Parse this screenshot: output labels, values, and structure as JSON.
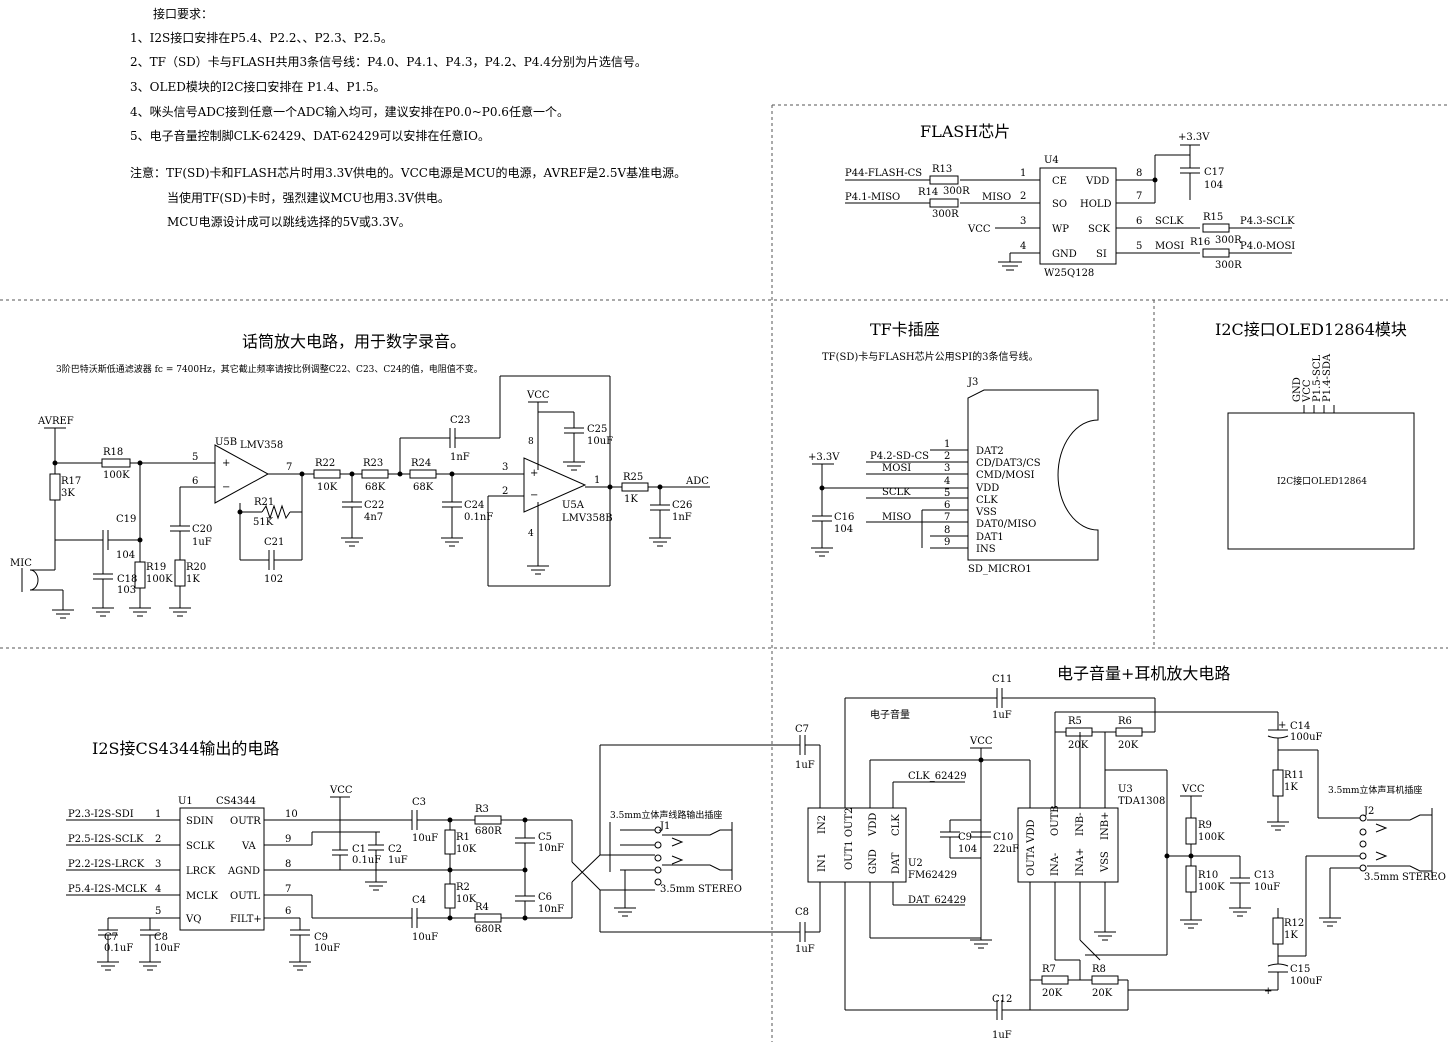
{
  "notes": {
    "heading": "接口要求：",
    "items": [
      "1、I2S接口安排在P5.4、P2.2、、P2.3、P2.5。",
      "2、TF（SD）卡与FLASH共用3条信号线：P4.0、P4.1、P4.3，P4.2、P4.4分别为片选信号。",
      "3、OLED模块的I2C接口安排在 P1.4、P1.5。",
      "4、咪头信号ADC接到任意一个ADC输入均可，建议安排在P0.0~P0.6任意一个。",
      "5、电子音量控制脚CLK-62429、DAT-62429可以安排在任意IO。"
    ],
    "remarks": [
      "注意：TF(SD)卡和FLASH芯片时用3.3V供电的。VCC电源是MCU的电源，AVREF是2.5V基准电源。",
      "当使用TF(SD)卡时，强烈建议MCU也用3.3V供电。",
      "MCU电源设计成可以跳线选择的5V或3.3V。"
    ]
  },
  "flash": {
    "title": "FLASH芯片",
    "ref": "U4",
    "part": "W25Q128",
    "pins_left": [
      "CE",
      "SO",
      "WP",
      "GND"
    ],
    "pins_right": [
      "VDD",
      "HOLD",
      "SCK",
      "SI"
    ],
    "pin_nums_left": [
      "1",
      "2",
      "3",
      "4"
    ],
    "pin_nums_right": [
      "8",
      "7",
      "6",
      "5"
    ],
    "nets": [
      "P44-FLASH-CS",
      "P4.1-MISO",
      "MISO",
      "VCC",
      "SCLK",
      "MOSI",
      "P4.3-SCLK",
      "P4.0-MOSI",
      "+3.3V"
    ],
    "resistors": [
      {
        "ref": "R13",
        "val": "300R"
      },
      {
        "ref": "R14",
        "val": "300R"
      },
      {
        "ref": "R15",
        "val": "300R"
      },
      {
        "ref": "R16",
        "val": "300R"
      }
    ],
    "cap": {
      "ref": "C17",
      "val": "104"
    }
  },
  "mic": {
    "title": "话筒放大电路，用于数字录音。",
    "subtitle": "3阶巴特沃斯低通滤波器 fc = 7400Hz，其它截止频率请按比例调整C22、C23、C24的值，电阻值不变。",
    "nets": [
      "AVREF",
      "MIC",
      "VCC",
      "ADC"
    ],
    "op1": {
      "ref": "U5B",
      "part": "LMV358"
    },
    "op2": {
      "ref": "U5A",
      "part": "LMV358B"
    },
    "parts": [
      {
        "ref": "R17",
        "val": "3K"
      },
      {
        "ref": "R18",
        "val": "100K"
      },
      {
        "ref": "C19",
        "val": "104"
      },
      {
        "ref": "C18",
        "val": "103"
      },
      {
        "ref": "R19",
        "val": "100K"
      },
      {
        "ref": "C20",
        "val": "1uF"
      },
      {
        "ref": "R20",
        "val": "1K"
      },
      {
        "ref": "R21",
        "val": "51K"
      },
      {
        "ref": "C21",
        "val": "102"
      },
      {
        "ref": "R22",
        "val": "10K"
      },
      {
        "ref": "R23",
        "val": "68K"
      },
      {
        "ref": "C22",
        "val": "4n7"
      },
      {
        "ref": "R24",
        "val": "68K"
      },
      {
        "ref": "C23",
        "val": "1nF"
      },
      {
        "ref": "C24",
        "val": "0.1nF"
      },
      {
        "ref": "C25",
        "val": "10uF"
      },
      {
        "ref": "R25",
        "val": "1K"
      },
      {
        "ref": "C26",
        "val": "1nF"
      }
    ],
    "pin_labels": [
      "5",
      "6",
      "7",
      "3",
      "2",
      "1",
      "8",
      "4"
    ]
  },
  "tf": {
    "title": "TF卡插座",
    "subtitle": "TF(SD)卡与FLASH芯片公用SPI的3条信号线。",
    "ref": "J3",
    "part": "SD_MICRO1",
    "pins": [
      "DAT2",
      "CD/DAT3/CS",
      "CMD/MOSI",
      "VDD",
      "CLK",
      "VSS",
      "DAT0/MISO",
      "DAT1",
      "INS"
    ],
    "nets": [
      "+3.3V",
      "P4.2-SD-CS",
      "MOSI",
      "SCLK",
      "MISO"
    ],
    "cap": {
      "ref": "C16",
      "val": "104"
    }
  },
  "oled": {
    "title": "I2C接口OLED12864模块",
    "box_label": "I2C接口OLED12864",
    "pins": [
      "GND",
      "VCC",
      "P1.5-SCL",
      "P1.4-SDA"
    ]
  },
  "i2s": {
    "title": "I2S接CS4344输出的电路",
    "ref": "U1",
    "part": "CS4344",
    "pins_left": [
      "SDIN",
      "SCLK",
      "LRCK",
      "MCLK",
      "VQ"
    ],
    "pins_right": [
      "OUTR",
      "VA",
      "AGND",
      "OUTL",
      "FILT+"
    ],
    "nets": [
      "P2.3-I2S-SDI",
      "P2.5-I2S-SCLK",
      "P2.2-I2S-LRCK",
      "P5.4-I2S-MCLK",
      "VCC"
    ],
    "parts": [
      {
        "ref": "C1",
        "val": "0.1uF"
      },
      {
        "ref": "C2",
        "val": "1uF"
      },
      {
        "ref": "C3",
        "val": "10uF"
      },
      {
        "ref": "C4",
        "val": "10uF"
      },
      {
        "ref": "R1",
        "val": "10K"
      },
      {
        "ref": "R2",
        "val": "10K"
      },
      {
        "ref": "R3",
        "val": "680R"
      },
      {
        "ref": "R4",
        "val": "680R"
      },
      {
        "ref": "C5",
        "val": "10nF"
      },
      {
        "ref": "C6",
        "val": "10nF"
      },
      {
        "ref": "C7",
        "val": "0.1uF"
      },
      {
        "ref": "C8",
        "val": "10uF"
      },
      {
        "ref": "C9",
        "val": "10uF"
      }
    ],
    "jack_label": "3.5mm立体声线路输出插座",
    "jack_ref": "J1",
    "jack_part": "3.5mm STEREO"
  },
  "amp": {
    "title": "电子音量+耳机放大电路",
    "vol_label": "电子音量",
    "u2": {
      "ref": "U2",
      "part": "FM62429",
      "pins": [
        "IN2",
        "OUT1 OUT2",
        "VDD",
        "CLK",
        "IN1",
        "GND",
        "DAT"
      ]
    },
    "u3": {
      "ref": "U3",
      "part": "TDA1308",
      "pins": [
        "OUTA VDD",
        "OUTB",
        "INB-",
        "INB+",
        "INA-",
        "INA+",
        "VSS"
      ]
    },
    "nets": [
      "VCC",
      "CLK_62429",
      "DAT_62429"
    ],
    "parts": [
      {
        "ref": "C7",
        "val": "1uF"
      },
      {
        "ref": "C8",
        "val": "1uF"
      },
      {
        "ref": "C9",
        "val": "104"
      },
      {
        "ref": "C10",
        "val": "22uF"
      },
      {
        "ref": "C11",
        "val": "1uF"
      },
      {
        "ref": "C12",
        "val": "1uF"
      },
      {
        "ref": "C13",
        "val": "10uF"
      },
      {
        "ref": "C14",
        "val": "100uF"
      },
      {
        "ref": "C15",
        "val": "100uF"
      },
      {
        "ref": "R5",
        "val": "20K"
      },
      {
        "ref": "R6",
        "val": "20K"
      },
      {
        "ref": "R7",
        "val": "20K"
      },
      {
        "ref": "R8",
        "val": "20K"
      },
      {
        "ref": "R9",
        "val": "100K"
      },
      {
        "ref": "R10",
        "val": "100K"
      },
      {
        "ref": "R11",
        "val": "1K"
      },
      {
        "ref": "R12",
        "val": "1K"
      }
    ],
    "jack_label": "3.5mm立体声耳机插座",
    "jack_ref": "J2",
    "jack_part": "3.5mm STEREO"
  }
}
